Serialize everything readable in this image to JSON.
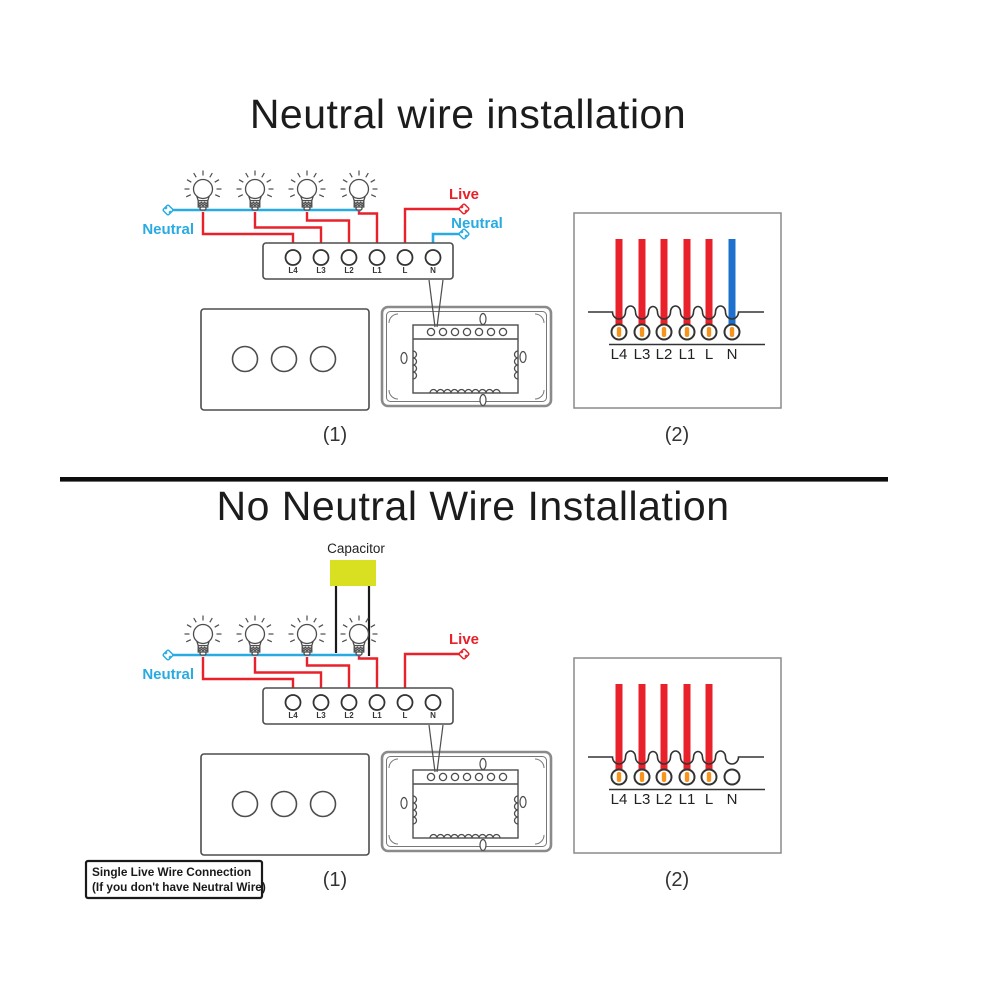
{
  "colors": {
    "live_red": "#e8212a",
    "neutral_light_blue": "#29abe2",
    "n_wire_dark_blue": "#1d70cd",
    "copper_tip_orange": "#f6941e",
    "capacitor_yellow": "#d9e021",
    "outline_gray": "#4d4d4d",
    "text_black": "#1c1c1c"
  },
  "section_top": {
    "title": "Neutral wire installation",
    "labels": {
      "neutral_left": "Neutral",
      "live": "Live",
      "neutral_right": "Neutral"
    },
    "terminal_block": [
      "L4",
      "L3",
      "L2",
      "L1",
      "L",
      "N"
    ],
    "wallbox_terminals": [
      "L4",
      "L3",
      "L2",
      "L1",
      "L",
      "N"
    ],
    "figure1_caption": "(1)",
    "figure2_caption": "(2)"
  },
  "section_bottom": {
    "title": "No Neutral Wire Installation",
    "capacitor_label": "Capacitor",
    "labels": {
      "neutral_left": "Neutral",
      "live": "Live"
    },
    "terminal_block": [
      "L4",
      "L3",
      "L2",
      "L1",
      "L",
      "N"
    ],
    "wallbox_terminals": [
      "L4",
      "L3",
      "L2",
      "L1",
      "L",
      "N"
    ],
    "figure1_caption": "(1)",
    "figure2_caption": "(2)",
    "note": {
      "line1": "Single Live Wire Connection",
      "line2": "(If you don't have Neutral Wire)"
    }
  }
}
